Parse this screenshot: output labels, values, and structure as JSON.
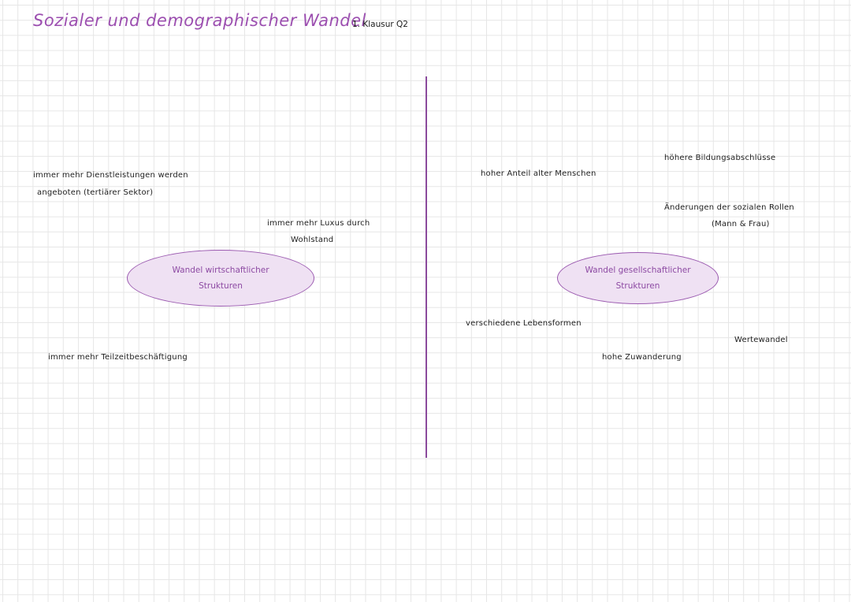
{
  "header": {
    "title": "Sozialer und demographischer Wandel",
    "subtitle": "1. Klausur Q2"
  },
  "left": {
    "center": {
      "line1": "Wandel wirtschaftlicher",
      "line2": "Strukturen"
    },
    "notes": {
      "dienstleistungen_1": "immer mehr Dienstleistungen werden",
      "dienstleistungen_2": "angeboten (tertiärer Sektor)",
      "luxus_1": "immer mehr Luxus durch",
      "luxus_2": "Wohlstand",
      "teilzeit": "immer mehr Teilzeitbeschäftigung"
    }
  },
  "right": {
    "center": {
      "line1": "Wandel gesellschaftlicher",
      "line2": "Strukturen"
    },
    "notes": {
      "bildung": "höhere Bildungsabschlüsse",
      "alte_menschen": "hoher Anteil alter Menschen",
      "rollen_1": "Änderungen der sozialen Rollen",
      "rollen_2": "(Mann & Frau)",
      "lebensformen": "verschiedene Lebensformen",
      "wertewandel": "Wertewandel",
      "zuwanderung": "hohe Zuwanderung"
    }
  }
}
